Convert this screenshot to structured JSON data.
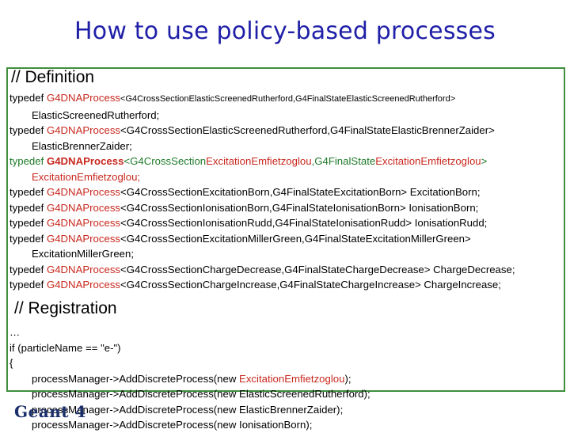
{
  "title": "How to use policy-based processes",
  "definition": {
    "heading": "// Definition",
    "lines": [
      {
        "kw": "typedef",
        "cls": "G4DNAProcess",
        "tmpl": "<G4CrossSectionElasticScreenedRutherford,G4FinalStateElasticScreenedRutherford>",
        "name": "ElasticScreenedRutherford;"
      },
      {
        "kw": "typedef",
        "cls": "G4DNAProcess",
        "tmpl": "<G4CrossSectionElasticScreenedRutherford,G4FinalStateElasticBrennerZaider>",
        "name": "ElasticBrennerZaider;"
      },
      {
        "kw": "typedef",
        "cls": "G4DNAProcess",
        "tmpl_a": "<G4CrossSection",
        "tmpl_b": "ExcitationEmfietzoglou",
        "tmpl_c": ",G4FinalState",
        "tmpl_d": "ExcitationEmfietzoglou",
        "tmpl_e": ">",
        "name": "ExcitationEmfietzoglou;"
      },
      {
        "kw": "typedef",
        "cls": "G4DNAProcess",
        "tmpl": "<G4CrossSectionExcitationBorn,G4FinalStateExcitationBorn>",
        "name": "ExcitationBorn;"
      },
      {
        "kw": "typedef",
        "cls": "G4DNAProcess",
        "tmpl": "<G4CrossSectionIonisationBorn,G4FinalStateIonisationBorn>",
        "name": "IonisationBorn;"
      },
      {
        "kw": "typedef",
        "cls": "G4DNAProcess",
        "tmpl": "<G4CrossSectionIonisationRudd,G4FinalStateIonisationRudd>",
        "name": "IonisationRudd;"
      },
      {
        "kw": "typedef",
        "cls": "G4DNAProcess",
        "tmpl": "<G4CrossSectionExcitationMillerGreen,G4FinalStateExcitationMillerGreen>",
        "name": "ExcitationMillerGreen;"
      },
      {
        "kw": "typedef",
        "cls": "G4DNAProcess",
        "tmpl": "<G4CrossSectionChargeDecrease,G4FinalStateChargeDecrease>",
        "name": "ChargeDecrease;"
      },
      {
        "kw": "typedef",
        "cls": "G4DNAProcess",
        "tmpl": "<G4CrossSectionChargeIncrease,G4FinalStateChargeIncrease>",
        "name": "ChargeIncrease;"
      }
    ]
  },
  "registration": {
    "heading": "// Registration",
    "ellipsis": "…",
    "condition": "if (particleName == \"e-\")",
    "brace": "{",
    "calls": [
      {
        "prefix": "processManager->AddDiscreteProcess(new ",
        "arg": "ExcitationEmfietzoglou",
        "suffix": ");"
      },
      {
        "prefix": "processManager->AddDiscreteProcess(new ",
        "arg": "ElasticScreenedRutherford",
        "suffix": ");"
      },
      {
        "prefix": "processManager->AddDiscreteProcess(new ",
        "arg": "ElasticBrennerZaider",
        "suffix": ");"
      },
      {
        "prefix": "processManager->AddDiscreteProcess(new ",
        "arg": "IonisationBorn",
        "suffix": ");"
      }
    ]
  },
  "logo": {
    "text": "Geant 4"
  },
  "colors": {
    "title": "#1f1fa8",
    "class": "#c8281e",
    "highlight": "#1f7a2a",
    "frame": "#3f8f3f"
  }
}
